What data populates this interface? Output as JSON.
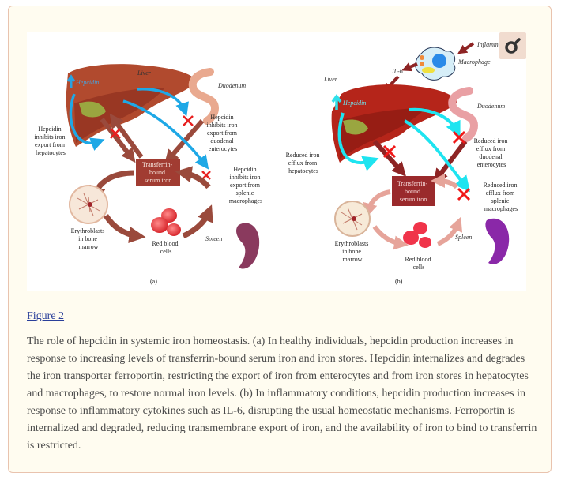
{
  "figure": {
    "link_label": "Figure 2",
    "caption": "The role of hepcidin in systemic iron homeostasis. (a) In healthy individuals, hepcidin production increases in response to increasing levels of transferrin-bound serum iron and iron stores. Hepcidin internalizes and degrades the iron transporter ferroportin, restricting the export of iron from enterocytes and from iron stores in hepatocytes and macrophages, to restore normal iron levels. (b) In inflammatory conditions, hepcidin production increases in response to inflammatory cytokines such as IL-6, disrupting the usual homeostatic mechanisms. Ferroportin is internalized and degraded, reducing transmembrane export of iron, and the availability of iron to bind to transferrin is restricted.",
    "zoom_icon": "magnifier-icon",
    "panel_a": {
      "label": "(a)",
      "liver": "Liver",
      "hepcidin": "Hepcidin",
      "duodenum": "Duodenum",
      "hepatocytes_note": [
        "Hepcidin",
        "inhibits iron",
        "export from",
        "hepatocytes"
      ],
      "duodenal_note": [
        "Hepcidin",
        "inhibits iron",
        "export from",
        "duodenal",
        "enterocytes"
      ],
      "splenic_note": [
        "Hepcidin",
        "inhibits iron",
        "export from",
        "splenic",
        "macrophages"
      ],
      "serum_iron": [
        "Transferrin-",
        "bound",
        "serum iron"
      ],
      "erythroblasts": [
        "Erythroblasts",
        "in bone",
        "marrow"
      ],
      "rbc": [
        "Red blood",
        "cells"
      ],
      "spleen": "Spleen"
    },
    "panel_b": {
      "label": "(b)",
      "inflammation": "Inflammation",
      "macrophage": "Macrophage",
      "il6": "IL-6",
      "liver": "Liver",
      "hepcidin": "Hepcidin",
      "duodenum": "Duodenum",
      "hepatocytes_note": [
        "Reduced iron",
        "efflux from",
        "hepatocytes"
      ],
      "duodenal_note": [
        "Reduced iron",
        "efflux from",
        "duodenal",
        "enterocytes"
      ],
      "splenic_note": [
        "Reduced iron",
        "efflux from",
        "splenic",
        "macrophages"
      ],
      "serum_iron": [
        "Transferrin-",
        "bound",
        "serum iron"
      ],
      "erythroblasts": [
        "Erythroblasts",
        "in bone",
        "marrow"
      ],
      "rbc": [
        "Red blood",
        "cells"
      ],
      "spleen": "Spleen"
    }
  }
}
